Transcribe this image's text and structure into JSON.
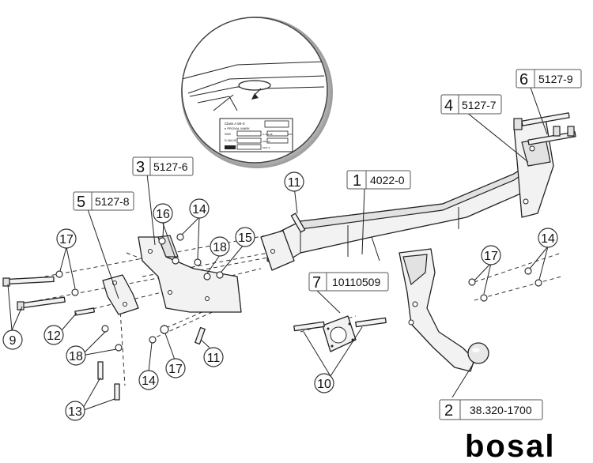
{
  "callouts": [
    {
      "id": "c1",
      "num": "1",
      "code": "4022-0"
    },
    {
      "id": "c2",
      "num": "2",
      "code": "38.320-1700"
    },
    {
      "id": "c3",
      "num": "3",
      "code": "5127-6"
    },
    {
      "id": "c4",
      "num": "4",
      "code": "5127-7"
    },
    {
      "id": "c5",
      "num": "5",
      "code": "5127-8"
    },
    {
      "id": "c6",
      "num": "6",
      "code": "5127-9"
    },
    {
      "id": "c7",
      "num": "7",
      "code": "10110509"
    }
  ],
  "numbers": {
    "n9": "9",
    "n10": "10",
    "n11a": "11",
    "n11b": "11",
    "n12": "12",
    "n13": "13",
    "n14a": "14",
    "n14b": "14",
    "n14c": "14",
    "n15": "15",
    "n16": "16",
    "n17a": "17",
    "n17b": "17",
    "n17c": "17",
    "n18a": "18",
    "n18b": "18"
  },
  "plate_text": {
    "line1": "Class A 50-X",
    "line2": "e PROVAL MARK",
    "row1": "0000",
    "row2": "D-VALUE",
    "row3": "S-VALUE",
    "row4": "MAX D",
    "row5": "MAX S",
    "row6": "MAX"
  },
  "brand": "bosal",
  "colors": {
    "line": "#222222",
    "fill": "#f2f2f2",
    "label_border": "#555555"
  }
}
